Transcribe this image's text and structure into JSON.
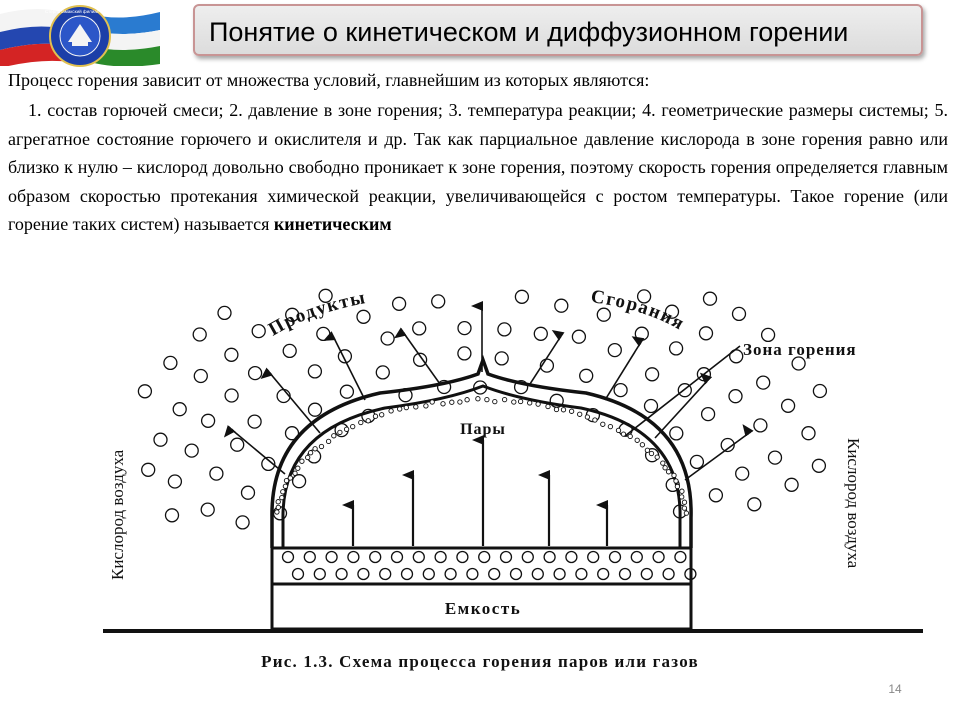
{
  "slide": {
    "title": "Понятие о кинетическом и диффузионном горении",
    "intro": "Процесс горения зависит от множества условий, главнейшим из которых являются:",
    "paragraph": "1. состав горючей смеси; 2. давление в зоне горения; 3. температура реакции; 4. геометрические размеры системы; 5. агрегатное состояние горючего и окислителя и др. Так как парциальное давление кислорода в зоне горения равно или близко к нулю – кислород довольно свободно проникает к зоне горения, поэтому скорость горения определяется главным образом скоростью протекания химической реакции, увеличивающейся с ростом температуры. Такое горение (или горение таких систем) называется",
    "paragraph_term": "кинетическим",
    "page_number": "14"
  },
  "logo": {
    "text": "Стерлитамакский филиал БашГУ",
    "colors": [
      "#ffffff",
      "#1c3fa8",
      "#d42020",
      "#2a8a2a"
    ]
  },
  "diagram": {
    "labels": {
      "products": "Продукты",
      "combustion": "Сгорания",
      "zone": "Зона горения",
      "vapors": "Пары",
      "container": "Емкость",
      "oxygen_left": "Кислород воздуха",
      "oxygen_right": "Кислород воздуха"
    },
    "caption": "Рис. 1.3. Схема процесса горения паров или газов"
  }
}
